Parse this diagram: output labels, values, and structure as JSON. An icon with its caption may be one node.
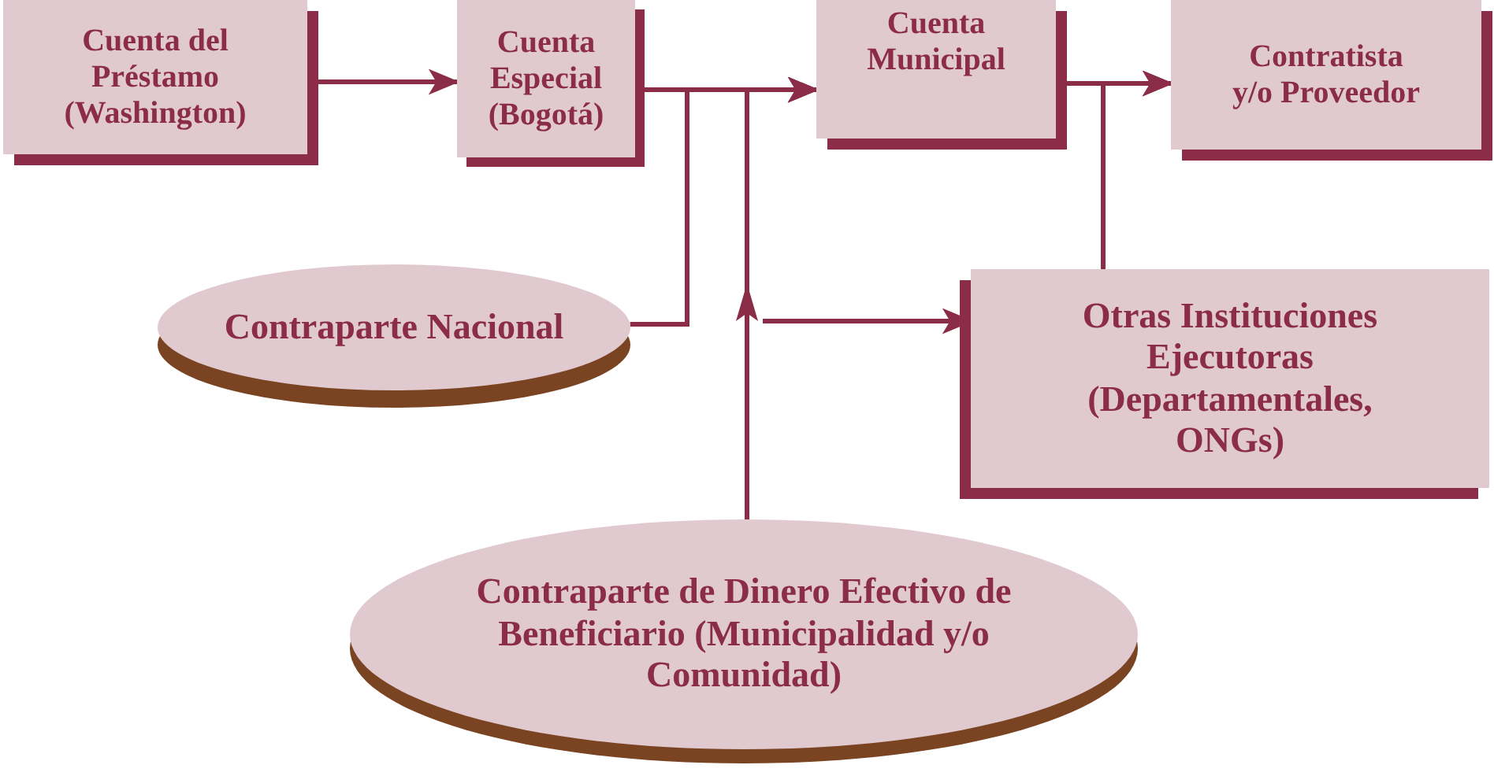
{
  "diagram": {
    "nodes": [
      {
        "text": [
          "Cuenta del Préstamo (Washington)"
        ]
      },
      {
        "text": [
          "Cuenta Especial (Bogotá)"
        ]
      },
      {
        "text": [
          "Cuenta Municipal"
        ]
      },
      {
        "text": [
          "Contratista y/o Proveedor"
        ]
      },
      {
        "text": [
          "Contraparte Nacional"
        ]
      },
      {
        "text": [
          "Otras Instituciones Ejecutoras (Departamentales, ONGs)"
        ]
      },
      {
        "text": [
          "Contraparte de Dinero Efectivo de Beneficiario (Municipalidad y/o Comunidad)"
        ]
      }
    ],
    "edges": [
      {
        "from": 0,
        "to": 1,
        "arrow": "to"
      },
      {
        "from": 1,
        "to": 2,
        "arrow": "to"
      },
      {
        "from": 4,
        "to": 2,
        "arrow": "to"
      },
      {
        "from": 6,
        "to": 2,
        "arrow": "to"
      },
      {
        "from": null,
        "to": 5,
        "arrow": "to"
      },
      {
        "from": 2,
        "to": 3,
        "arrow": "to"
      },
      {
        "from": 5,
        "to": 3,
        "arrow": "to"
      }
    ]
  }
}
